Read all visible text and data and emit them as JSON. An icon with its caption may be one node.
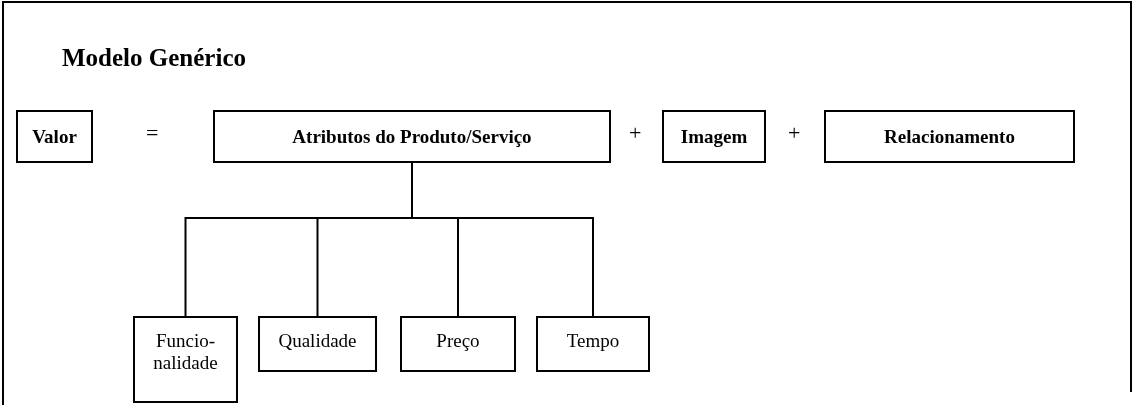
{
  "diagram": {
    "title": "Modelo Genérico",
    "nodes": [
      {
        "text": [
          "Valor"
        ]
      },
      {
        "text": [
          "Atributos do Produto/Serviço"
        ]
      },
      {
        "text": [
          "Imagem"
        ]
      },
      {
        "text": [
          "Relacionamento"
        ]
      },
      {
        "text": [
          "Funcio- nalidade"
        ]
      },
      {
        "text": [
          "Qualidade"
        ]
      },
      {
        "text": [
          "Preço"
        ]
      },
      {
        "text": [
          "Tempo"
        ]
      }
    ],
    "edges": [
      {
        "from": 1,
        "to": 4,
        "arrow": "none"
      },
      {
        "from": 1,
        "to": 5,
        "arrow": "none"
      },
      {
        "from": 1,
        "to": 6,
        "arrow": "none"
      },
      {
        "from": 1,
        "to": 7,
        "arrow": "none"
      }
    ],
    "labels": [
      "=",
      "+",
      "+"
    ]
  }
}
